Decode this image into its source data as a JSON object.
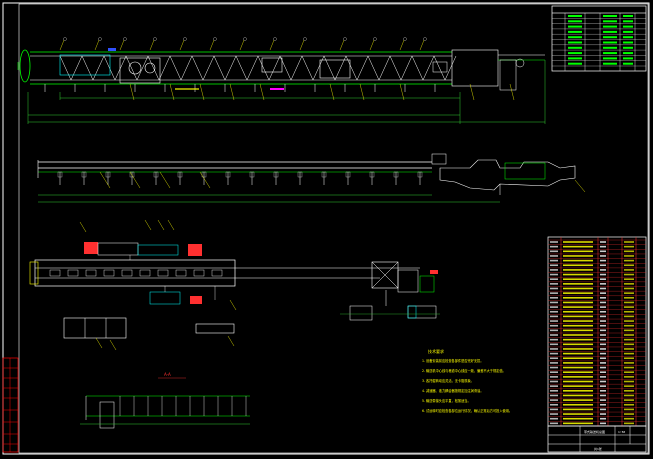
{
  "drawing": {
    "background": "#000000",
    "colors": {
      "frame": "#ffffff",
      "structure_green": "#00ff00",
      "structure_white": "#ffffff",
      "structure_cyan": "#00ffff",
      "leader_yellow": "#ffff00",
      "table_red": "#ff0000",
      "table_text_yellow": "#ffff00",
      "motor_red": "#ff3030",
      "dim_green": "#33cc33",
      "blue": "#3050ff",
      "magenta": "#ff00ff"
    }
  },
  "views": {
    "section_title": "A-A",
    "notes_title": "技术要求"
  },
  "notes": [
    "1. 设备安装前应检查各部件是否完好无损。",
    "2. 输送机中心线与巷道中心线应一致，偏差不大于规定值。",
    "3. 各托辊转动应灵活，无卡阻现象。",
    "4. 减速器、液力耦合器按规定加注润滑油。",
    "5. 输送带接头应平直，松紧适当。",
    "6. 试运转时应检查各部位运行情况，确认正常后方可投入使用。"
  ],
  "title_block": {
    "project": "带式输送机总图",
    "scale": "1:50",
    "sheet": "共1张"
  }
}
